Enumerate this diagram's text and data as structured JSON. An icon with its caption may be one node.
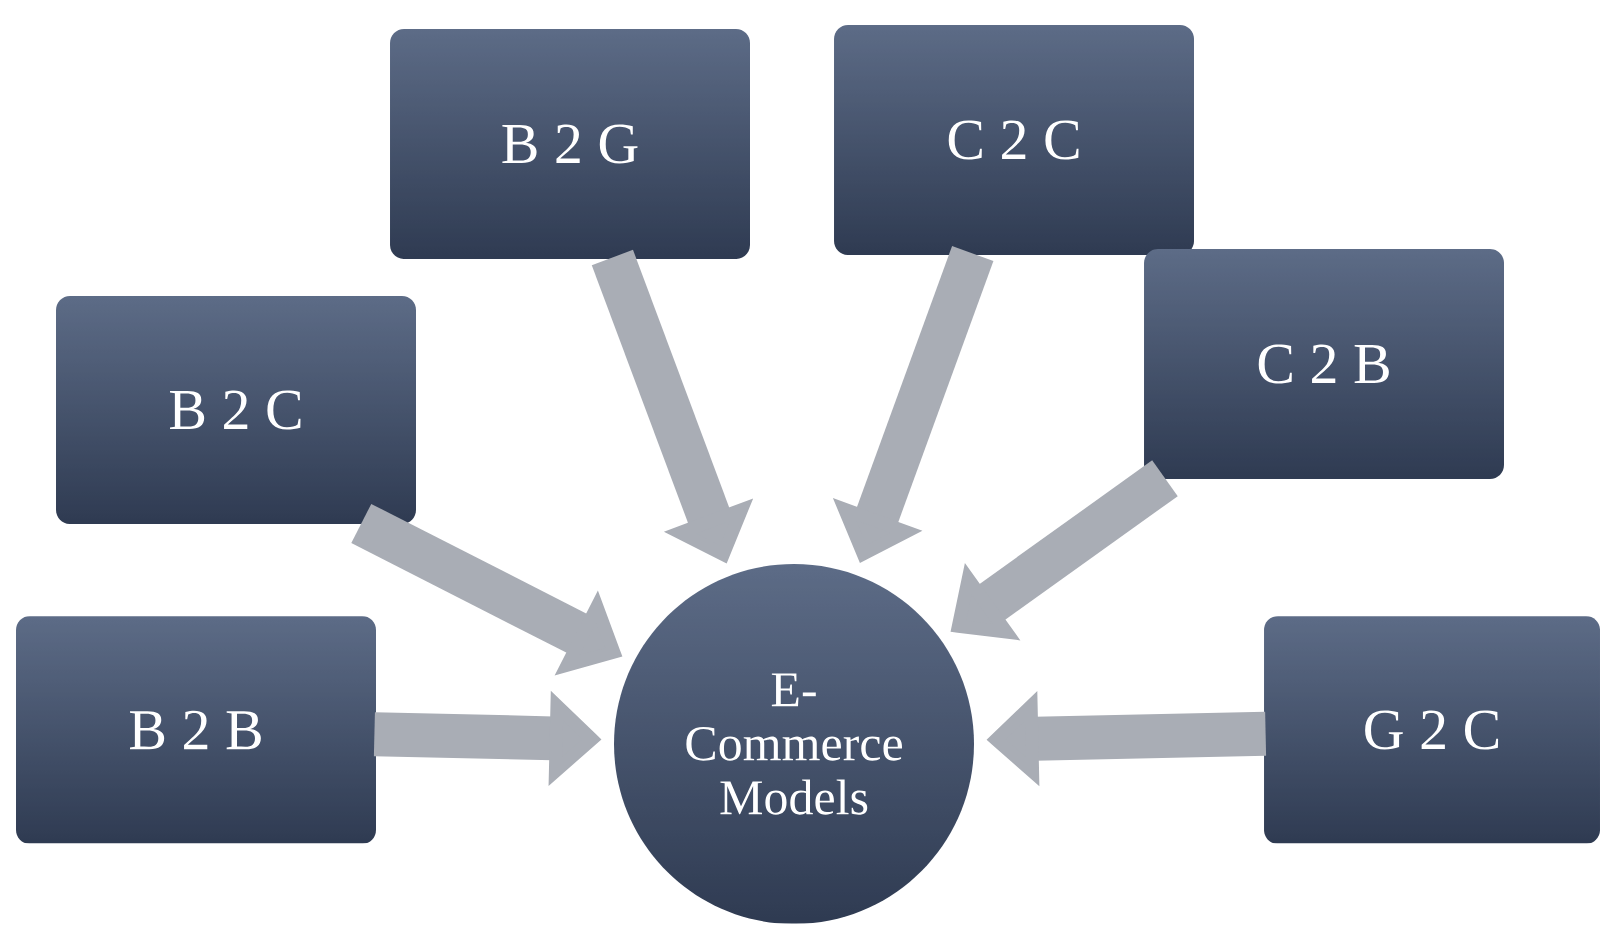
{
  "diagram": {
    "nodes": [
      {
        "text": [
          "B 2 G"
        ]
      },
      {
        "text": [
          "C 2 C"
        ]
      },
      {
        "text": [
          "B 2 C"
        ]
      },
      {
        "text": [
          "C 2 B"
        ]
      },
      {
        "text": [
          "B 2 B"
        ]
      },
      {
        "text": [
          "E- Commerce Models"
        ]
      },
      {
        "text": [
          "G 2 C"
        ]
      }
    ],
    "edges": [
      {
        "from": 0,
        "to": 5,
        "arrow": "to"
      },
      {
        "from": 1,
        "to": 5,
        "arrow": "to"
      },
      {
        "from": 2,
        "to": 5,
        "arrow": "to"
      },
      {
        "from": 3,
        "to": 5,
        "arrow": "to"
      },
      {
        "from": 4,
        "to": 5,
        "arrow": "to"
      },
      {
        "from": 6,
        "to": 5,
        "arrow": "to"
      }
    ]
  }
}
